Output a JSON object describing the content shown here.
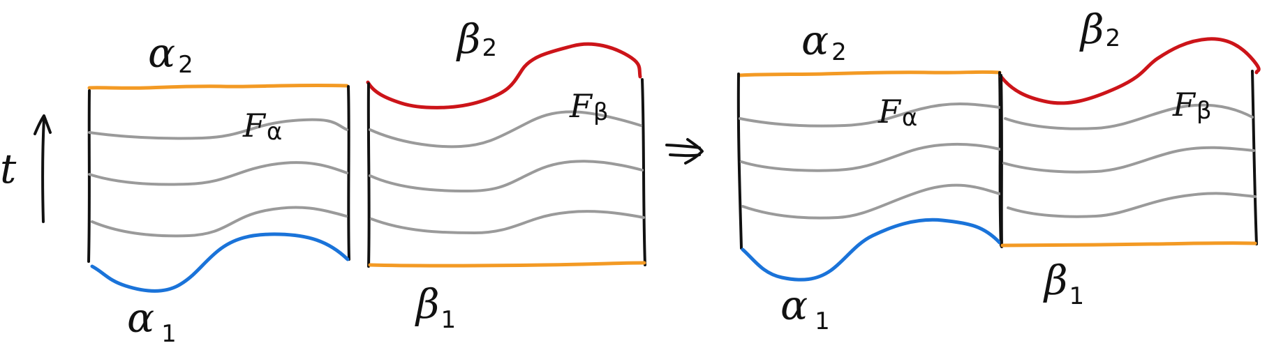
{
  "colors": {
    "ink": "#111111",
    "orange": "#f39a24",
    "red": "#cc1419",
    "blue": "#1a73d9",
    "gray": "#9a9a9a"
  },
  "labels": {
    "time": "t",
    "alpha": "α",
    "beta": "β",
    "F": "F",
    "sub_1": "1",
    "sub_2": "2",
    "implies": "⇒"
  },
  "icons": {
    "time_arrow": "up-arrow-icon",
    "implies_arrow": "double-right-arrow-icon"
  }
}
